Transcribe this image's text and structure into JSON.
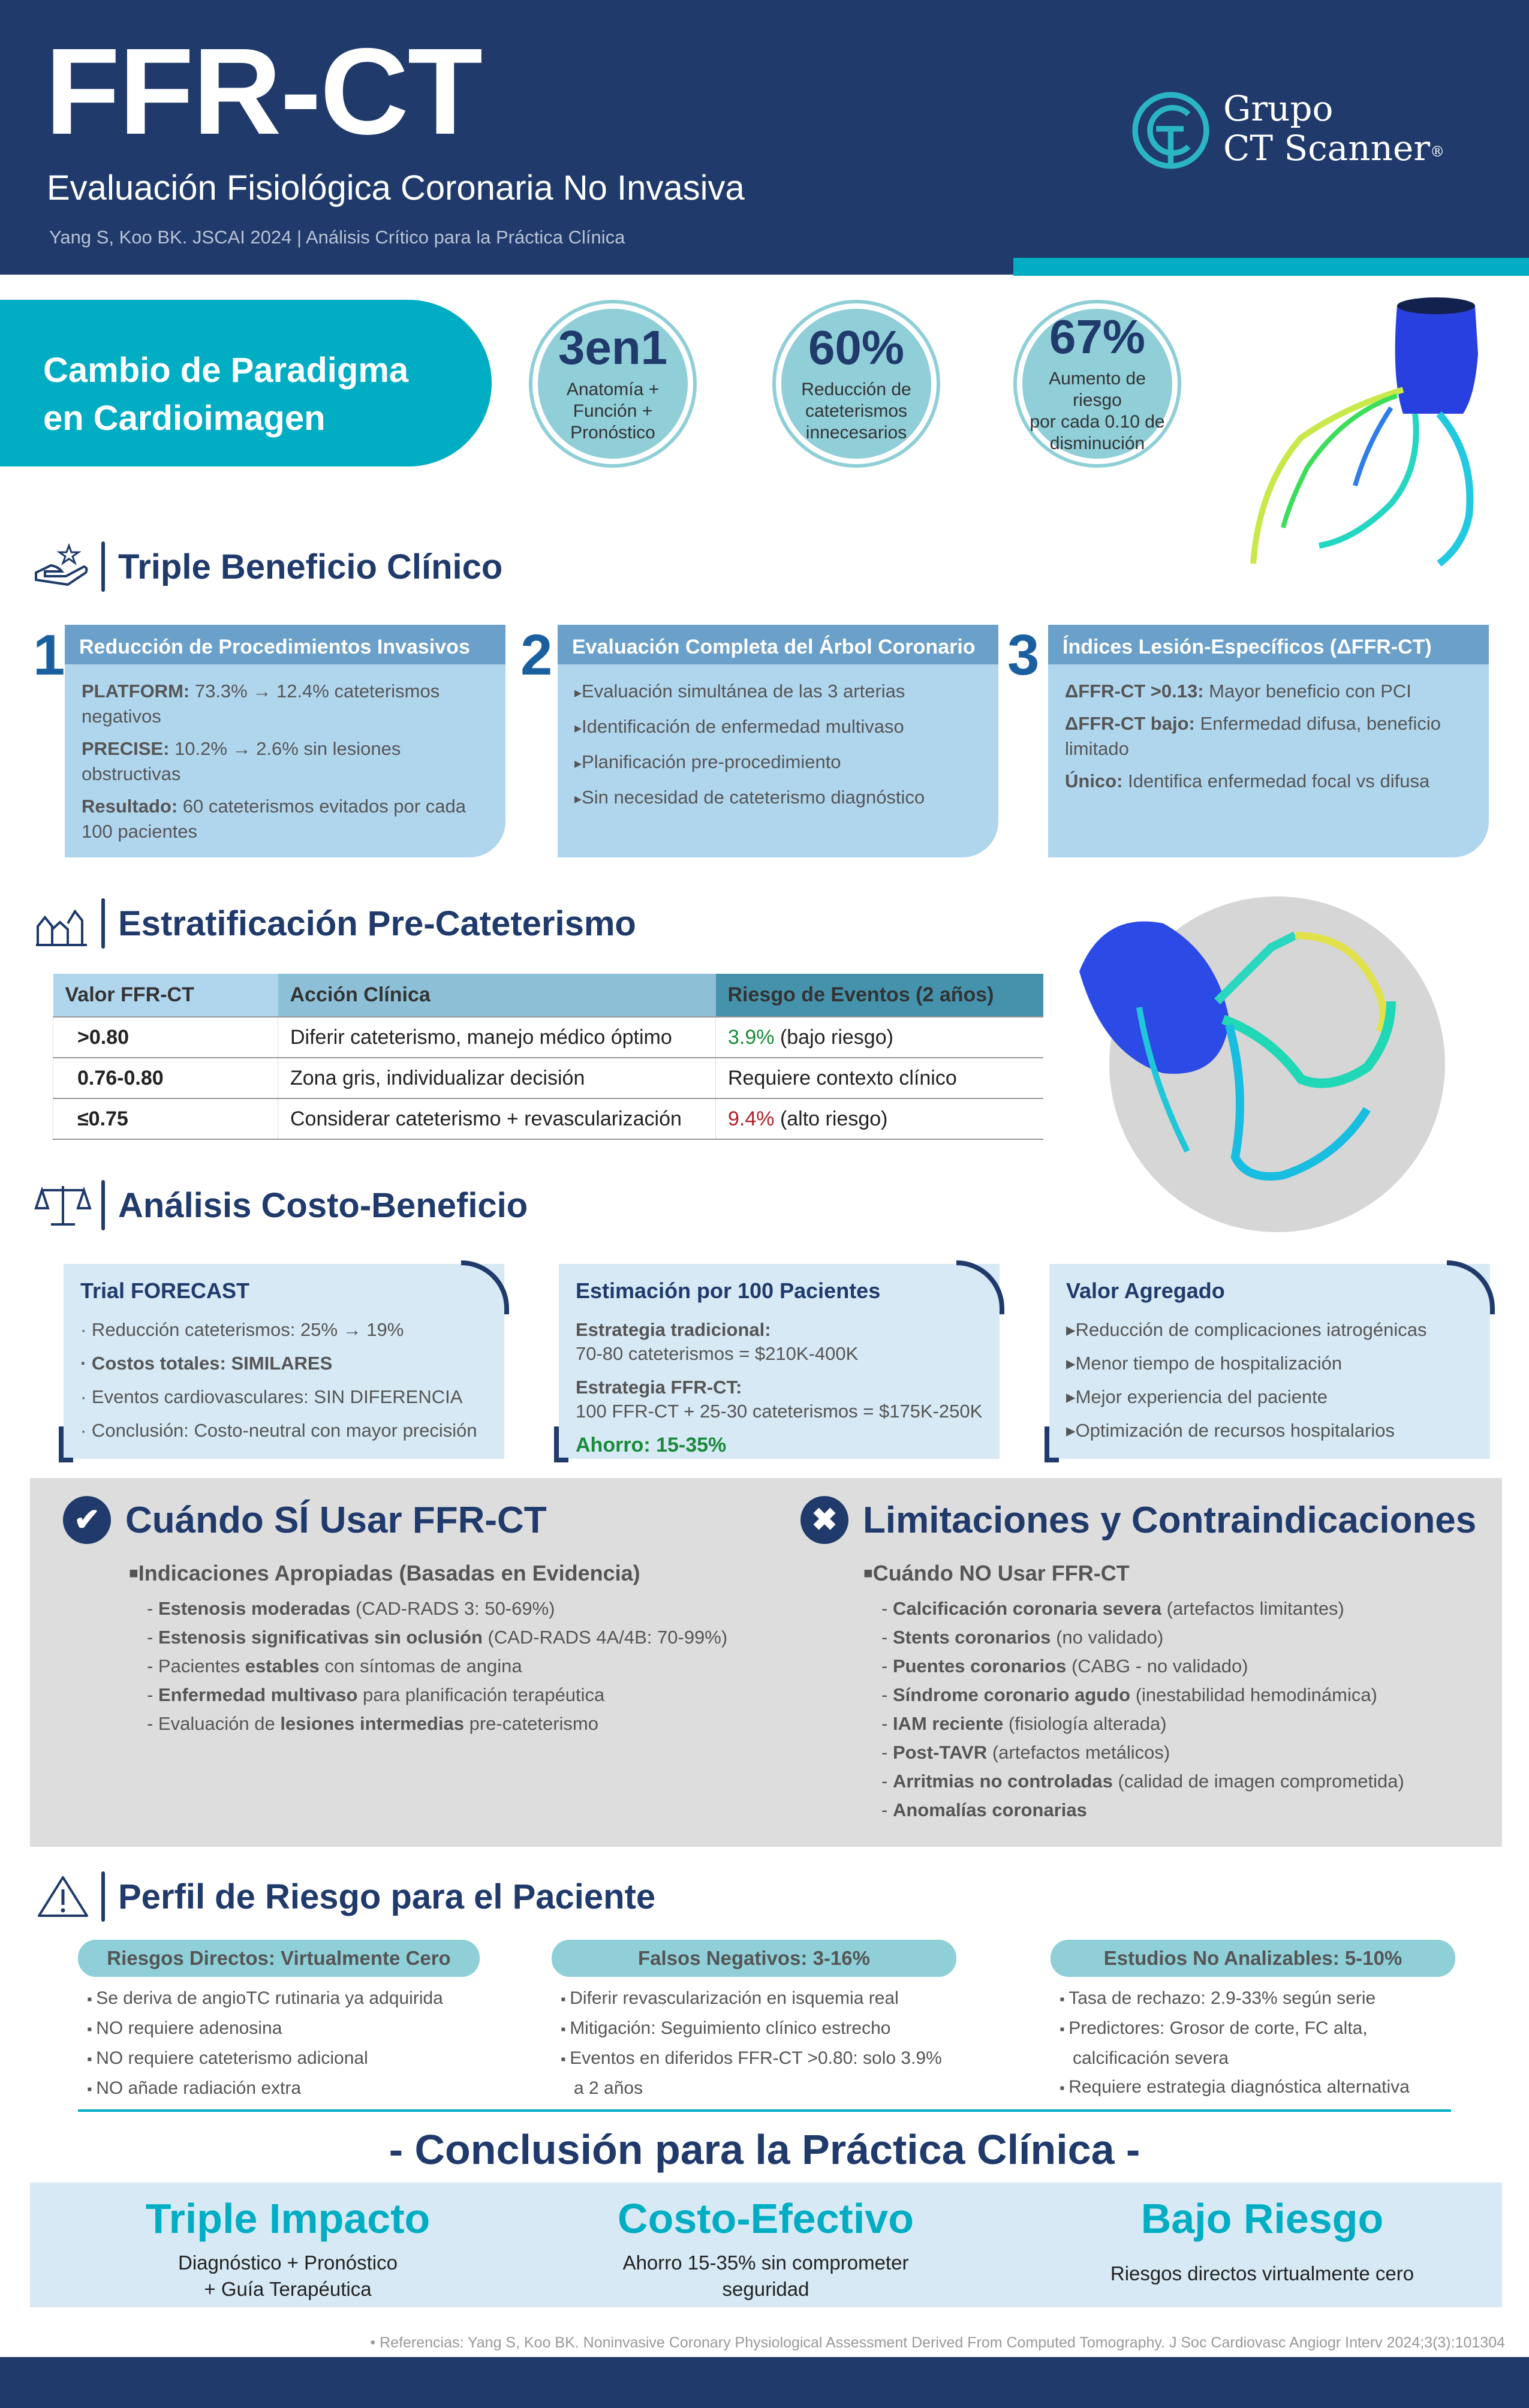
{
  "header": {
    "title": "FFR-CT",
    "subtitle": "Evaluación Fisiológica Coronaria No Invasiva",
    "citation": "Yang S, Koo BK. JSCAI 2024 | Análisis Crítico para la Práctica Clínica",
    "logo": {
      "line1": "Grupo",
      "line2": "CT Scanner",
      "reg": "®"
    }
  },
  "paradigm": {
    "line1": "Cambio de Paradigma",
    "line2": "en Cardioimagen",
    "stats": [
      {
        "value": "3en1",
        "label": [
          "Anatomía +",
          "Función +",
          "Pronóstico"
        ]
      },
      {
        "value": "60%",
        "label": [
          "Reducción de",
          "cateterismos",
          "innecesarios"
        ]
      },
      {
        "value": "67%",
        "label": [
          "Aumento de riesgo",
          "por cada 0.10 de",
          "disminución"
        ]
      }
    ]
  },
  "benefits": {
    "heading": "Triple Beneficio Clínico",
    "cards": [
      {
        "num": "1",
        "title": "Reducción de Procedimientos Invasivos",
        "items": [
          {
            "bold": "PLATFORM:",
            "text": " 73.3% → 12.4% cateterismos negativos"
          },
          {
            "bold": "PRECISE:",
            "text": " 10.2% → 2.6% sin lesiones obstructivas"
          },
          {
            "bold": "Resultado:",
            "text": " 60 cateterismos evitados por cada 100 pacientes"
          }
        ]
      },
      {
        "num": "2",
        "title": "Evaluación Completa del Árbol Coronario",
        "items": [
          "Evaluación simultánea de las 3 arterias",
          "Identificación de enfermedad multivaso",
          "Planificación pre-procedimiento",
          "Sin necesidad de cateterismo diagnóstico"
        ]
      },
      {
        "num": "3",
        "title": "Índices Lesión-Específicos (ΔFFR-CT)",
        "items": [
          {
            "bold": "ΔFFR-CT >0.13:",
            "text": " Mayor beneficio con PCI"
          },
          {
            "bold": "ΔFFR-CT bajo:",
            "text": " Enfermedad difusa, beneficio limitado"
          },
          {
            "bold": "Único:",
            "text": " Identifica enfermedad focal vs difusa"
          }
        ]
      }
    ]
  },
  "stratification": {
    "heading": "Estratificación Pre-Cateterismo",
    "columns": [
      "Valor FFR-CT",
      "Acción Clínica",
      "Riesgo de Eventos (2 años)"
    ],
    "rows": [
      {
        "value": ">0.80",
        "action": "Diferir cateterismo, manejo médico óptimo",
        "risk_pct": "3.9%",
        "risk_text": " (bajo riesgo)",
        "risk_color": "#1a8a3a"
      },
      {
        "value": "0.76-0.80",
        "action": "Zona gris, individualizar decisión",
        "risk_pct": "",
        "risk_text": "Requiere contexto clínico",
        "risk_color": "#333333"
      },
      {
        "value": "≤0.75",
        "action": "Considerar cateterismo + revascularización",
        "risk_pct": "9.4%",
        "risk_text": " (alto riesgo)",
        "risk_color": "#b0202a"
      }
    ]
  },
  "cost": {
    "heading": "Análisis Costo-Beneficio",
    "forecast": {
      "title": "Trial FORECAST",
      "items": [
        "· Reducción cateterismos: 25% → 19%",
        "· Costos totales: SIMILARES",
        "· Eventos cardiovasculares: SIN DIFERENCIA",
        "· Conclusión: Costo-neutral con mayor precisión"
      ]
    },
    "estimate": {
      "title": "Estimación por 100 Pacientes",
      "trad_label": "Estrategia tradicional:",
      "trad_value": "70-80 cateterismos = $210K-400K",
      "ffr_label": "Estrategia FFR-CT:",
      "ffr_value": "100 FFR-CT + 25-30 cateterismos = $175K-250K",
      "saving": "Ahorro: 15-35%"
    },
    "value": {
      "title": "Valor Agregado",
      "items": [
        "Reducción de complicaciones iatrogénicas",
        "Menor tiempo de hospitalización",
        "Mejor experiencia del paciente",
        "Optimización de recursos hospitalarios"
      ]
    }
  },
  "use": {
    "heading": "Cuándo SÍ Usar FFR-CT",
    "sub": "Indicaciones Apropiadas (Basadas en Evidencia)",
    "items": [
      {
        "pre": "- ",
        "bold": "Estenosis moderadas",
        "post": " (CAD-RADS 3: 50-69%)"
      },
      {
        "pre": "- ",
        "bold": "Estenosis significativas sin oclusión",
        "post": " (CAD-RADS 4A/4B: 70-99%)"
      },
      {
        "pre": "- Pacientes ",
        "bold": "estables",
        "post": " con síntomas de angina"
      },
      {
        "pre": "- ",
        "bold": "Enfermedad multivaso",
        "post": " para planificación terapéutica"
      },
      {
        "pre": "- Evaluación de ",
        "bold": "lesiones intermedias",
        "post": " pre-cateterismo"
      }
    ]
  },
  "limits": {
    "heading": "Limitaciones y Contraindicaciones",
    "sub": "Cuándo NO Usar FFR-CT",
    "items": [
      {
        "pre": "- ",
        "bold": "Calcificación coronaria severa",
        "post": " (artefactos limitantes)"
      },
      {
        "pre": "- ",
        "bold": "Stents coronarios",
        "post": " (no validado)"
      },
      {
        "pre": "- ",
        "bold": "Puentes coronarios",
        "post": " (CABG - no validado)"
      },
      {
        "pre": "- ",
        "bold": "Síndrome coronario agudo",
        "post": " (inestabilidad hemodinámica)"
      },
      {
        "pre": "- ",
        "bold": "IAM reciente",
        "post": " (fisiología alterada)"
      },
      {
        "pre": "- ",
        "bold": "Post-TAVR",
        "post": " (artefactos metálicos)"
      },
      {
        "pre": "- ",
        "bold": "Arritmias no controladas",
        "post": " (calidad de imagen comprometida)"
      },
      {
        "pre": "- ",
        "bold": "Anomalías coronarias",
        "post": ""
      }
    ]
  },
  "risk": {
    "heading": "Perfil de Riesgo para el Paciente",
    "cols": [
      {
        "title": "Riesgos Directos: Virtualmente Cero",
        "items": [
          "Se deriva de angioTC rutinaria ya adquirida",
          "NO requiere adenosina",
          "NO requiere cateterismo adicional",
          "NO añade radiación extra"
        ]
      },
      {
        "title": "Falsos Negativos: 3-16%",
        "items": [
          "Diferir revascularización en isquemia real",
          "Mitigación: Seguimiento clínico estrecho",
          "Eventos en diferidos FFR-CT >0.80: solo 3.9% a 2 años"
        ]
      },
      {
        "title": "Estudios No Analizables: 5-10%",
        "items": [
          "Tasa de rechazo: 2.9-33% según serie",
          "Predictores: Grosor de corte, FC alta, calcificación severa",
          "Requiere estrategia diagnóstica alternativa"
        ]
      }
    ]
  },
  "conclusion": {
    "heading": "- Conclusión para la Práctica Clínica -",
    "cols": [
      {
        "title": "Triple Impacto",
        "text": [
          "Diagnóstico + Pronóstico",
          "+ Guía Terapéutica"
        ]
      },
      {
        "title": "Costo-Efectivo",
        "text": [
          "Ahorro 15-35% sin comprometer",
          "seguridad"
        ]
      },
      {
        "title": "Bajo Riesgo",
        "text": [
          "Riesgos directos virtualmente cero"
        ]
      }
    ]
  },
  "references": "• Referencias: Yang S, Koo BK. Noninvasive Coronary Physiological Assessment Derived From Computed Tomography. J Soc Cardiovasc Angiogr Interv 2024;3(3):101304",
  "colors": {
    "navy": "#1f3a6b",
    "teal": "#00adc3",
    "light_blue": "#b0d6ee",
    "green": "#1a8a3a",
    "red": "#b0202a"
  }
}
